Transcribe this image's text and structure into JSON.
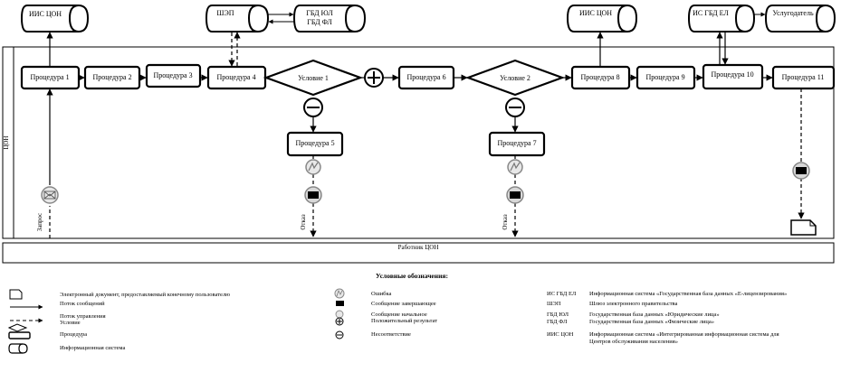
{
  "diagram": {
    "lane_label": "ЦОН",
    "worker_lane_label": "Работник ЦОН",
    "info_systems": {
      "iis_con_left": "ИИС ЦОН",
      "shep": "ШЭП",
      "gbd_ul": "ГБД ЮЛ",
      "gbd_fl": "ГБД ФЛ",
      "iis_con_right": "ИИС ЦОН",
      "is_gbd_el": "ИС ГБД ЕЛ",
      "service_provider": "Услугодатель"
    },
    "procedures": {
      "p1": "Процедура 1",
      "p2": "Процедура 2",
      "p3": "Процедура 3",
      "p4": "Процедура 4",
      "p5": "Процедура 5",
      "p6": "Процедура 6",
      "p7": "Процедура 7",
      "p8": "Процедура 8",
      "p9": "Процедура 9",
      "p10": "Процедура 10",
      "p11": "Процедура 11"
    },
    "conditions": {
      "c1": "Условие 1",
      "c2": "Условие 2"
    },
    "side_labels": {
      "request": "Запрос",
      "refusal_1": "Отказ",
      "refusal_2": "Отказ"
    }
  },
  "legend": {
    "title": "Условные обозначения:",
    "left": [
      "Электронный документ, предоставляемый конечному пользователю",
      "Поток сообщений",
      "Поток управления",
      "Условие",
      "Процедура",
      "Информационная система"
    ],
    "middle": [
      "Ошибка",
      "Сообщение завершающее",
      "Сообщение начальное",
      "Положительный результат",
      "Несоответствие"
    ],
    "abbreviations": [
      {
        "abbr": "ИС ГБД ЕЛ",
        "desc": "Информационная система «Государственная база данных «Е-лицензирования»"
      },
      {
        "abbr": "ШЭП",
        "desc": "Шлюз электронного правительства"
      },
      {
        "abbr": "ГБД ЮЛ",
        "desc": "Государственная база данных «Юридические лица»"
      },
      {
        "abbr": "ГБД ФЛ",
        "desc": "Государственная база данных «Физические лица»"
      },
      {
        "abbr": "ИИС ЦОН",
        "desc": "Информационная система «Интегрированная информационная система для"
      },
      {
        "abbr": "",
        "desc": "Центров обслуживания населения»"
      }
    ]
  }
}
